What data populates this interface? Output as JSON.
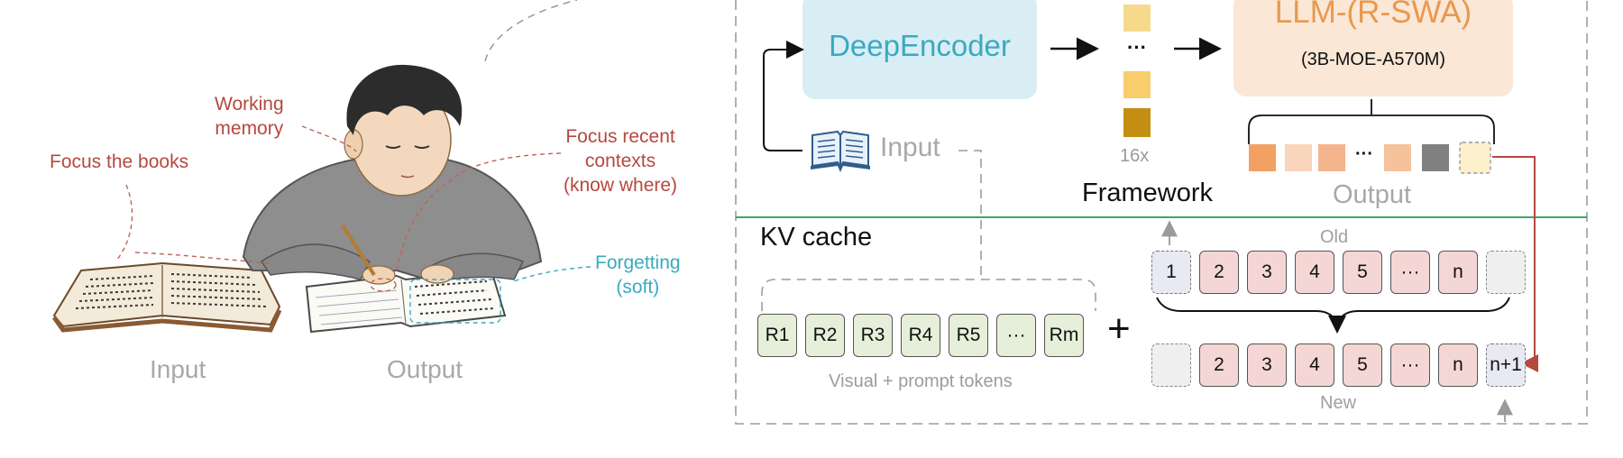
{
  "left": {
    "labels": {
      "working_memory": "Working\nmemory",
      "focus_books": "Focus the books",
      "focus_recent": "Focus recent\ncontexts\n(know where)",
      "forgetting": "Forgetting\n(soft)",
      "input": "Input",
      "output": "Output"
    }
  },
  "framework": {
    "encoder": "DeepEncoder",
    "llm_title": "LLM-(R-SWA)",
    "llm_subtitle": "(3B-MOE-A570M)",
    "input": "Input",
    "compress": "16x",
    "dots": "···",
    "framework_label": "Framework",
    "output_label": "Output"
  },
  "kv": {
    "title": "KV cache",
    "old_label": "Old",
    "new_label": "New",
    "visual_tokens": [
      "R1",
      "R2",
      "R3",
      "R4",
      "R5",
      "···",
      "Rm"
    ],
    "visual_caption": "Visual + prompt tokens",
    "plus": "+",
    "old_tokens": [
      "1",
      "2",
      "3",
      "4",
      "5",
      "···",
      "n",
      ""
    ],
    "new_tokens": [
      "",
      "2",
      "3",
      "4",
      "5",
      "···",
      "n",
      "n+1"
    ]
  },
  "colors": {
    "encoder_bg": "#d9eef4",
    "encoder_text": "#3ba9c0",
    "llm_bg": "#fbe7d6",
    "llm_title": "#e8994e",
    "token_strip": [
      "#f7ce6b",
      "#f7ce6b",
      "#c48f12"
    ],
    "output_tokens": [
      "#f3a063",
      "#f8d5bb",
      "#f3b48b",
      "#f6c29b",
      "#808080",
      "#fdf0cc"
    ],
    "divider": "#3aa86b",
    "arrow_red": "#b5483f"
  }
}
